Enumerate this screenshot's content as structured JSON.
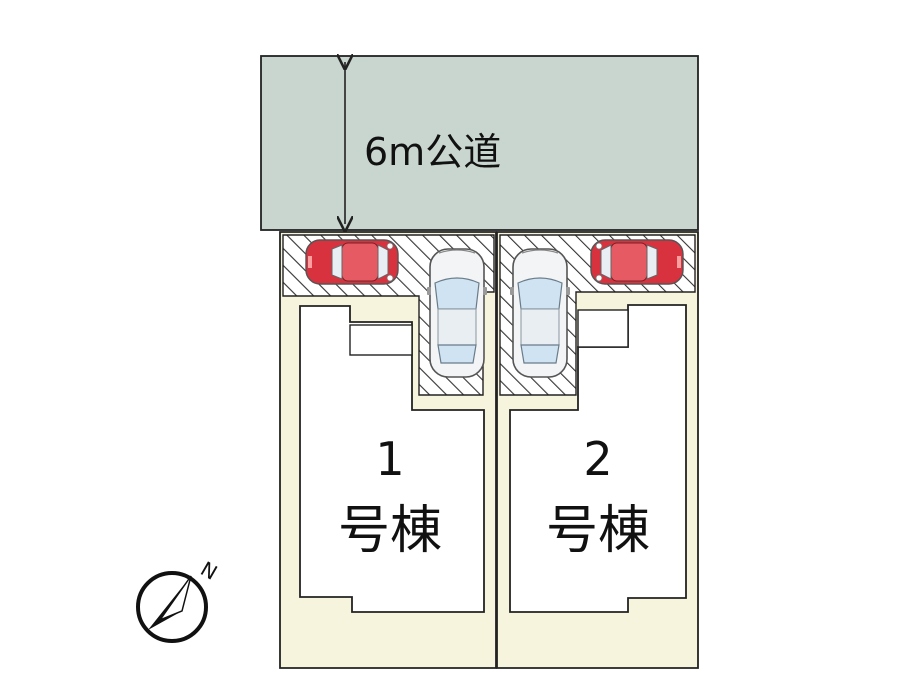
{
  "road": {
    "label": "6m公道"
  },
  "lots": [
    {
      "number": "1",
      "label": "号棟"
    },
    {
      "number": "2",
      "label": "号棟"
    }
  ],
  "compass": {
    "label": "N"
  },
  "colors": {
    "road_fill": "#c9d6cf",
    "lot_fill": "#f6f4dc",
    "building_fill": "#ffffff",
    "outline": "#222222",
    "hatch": "#333333",
    "car_red": "#d8323f",
    "car_white": "#f2f4f6",
    "car_glass": "#cfe3f2"
  },
  "icons": [
    "compass-icon",
    "car-icon",
    "arrow-icon"
  ]
}
